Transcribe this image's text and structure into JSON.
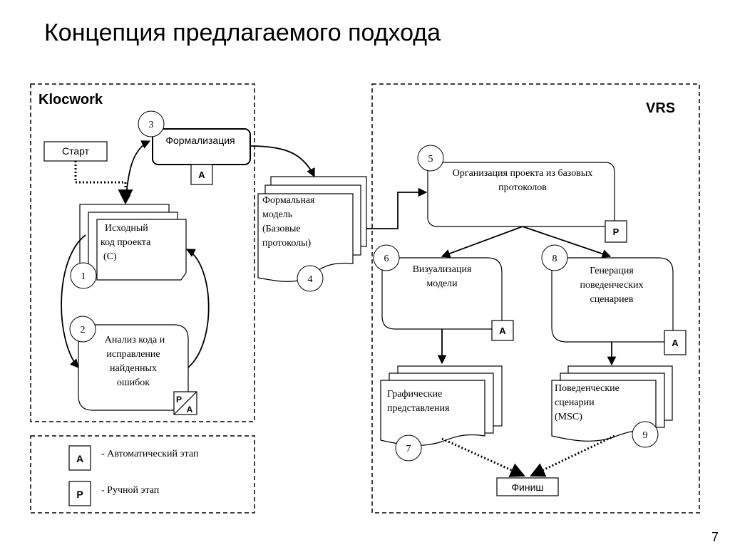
{
  "title": "Концепция предлагаемого подхода",
  "page_number": "7",
  "klocwork": {
    "label": "Klocwork",
    "start": "Старт",
    "formalization": {
      "num": "3",
      "label": "Формализация",
      "badge": "A"
    },
    "source_code": {
      "num": "1",
      "lines": [
        "Исходный",
        "код проекта",
        "(С)"
      ]
    },
    "analysis": {
      "num": "2",
      "lines": [
        "Анализ кода и",
        "исправление",
        "найденных",
        "ошибок"
      ],
      "badge_p": "P",
      "badge_a": "A"
    }
  },
  "formal_model": {
    "num": "4",
    "lines": [
      "Формальная",
      "модель",
      "(Базовые",
      "протоколы)"
    ]
  },
  "vrs": {
    "label": "VRS",
    "organization": {
      "num": "5",
      "lines": [
        "Организация проекта из базовых",
        "протоколов"
      ],
      "badge": "P"
    },
    "visualization": {
      "num": "6",
      "lines": [
        "Визуализация",
        "модели"
      ],
      "badge": "A"
    },
    "generation": {
      "num": "8",
      "lines": [
        "Генерация",
        "поведенческих",
        "сценариев"
      ],
      "badge": "A"
    },
    "graphics": {
      "num": "7",
      "lines": [
        "Графические",
        "представления"
      ]
    },
    "scenarios": {
      "num": "9",
      "lines": [
        "Поведенческие",
        "сценарии",
        "(MSC)"
      ]
    },
    "finish": "Финиш"
  },
  "legend": {
    "auto_badge": "A",
    "auto_text": "- Автоматический этап",
    "manual_badge": "P",
    "manual_text": "- Ручной этап"
  }
}
